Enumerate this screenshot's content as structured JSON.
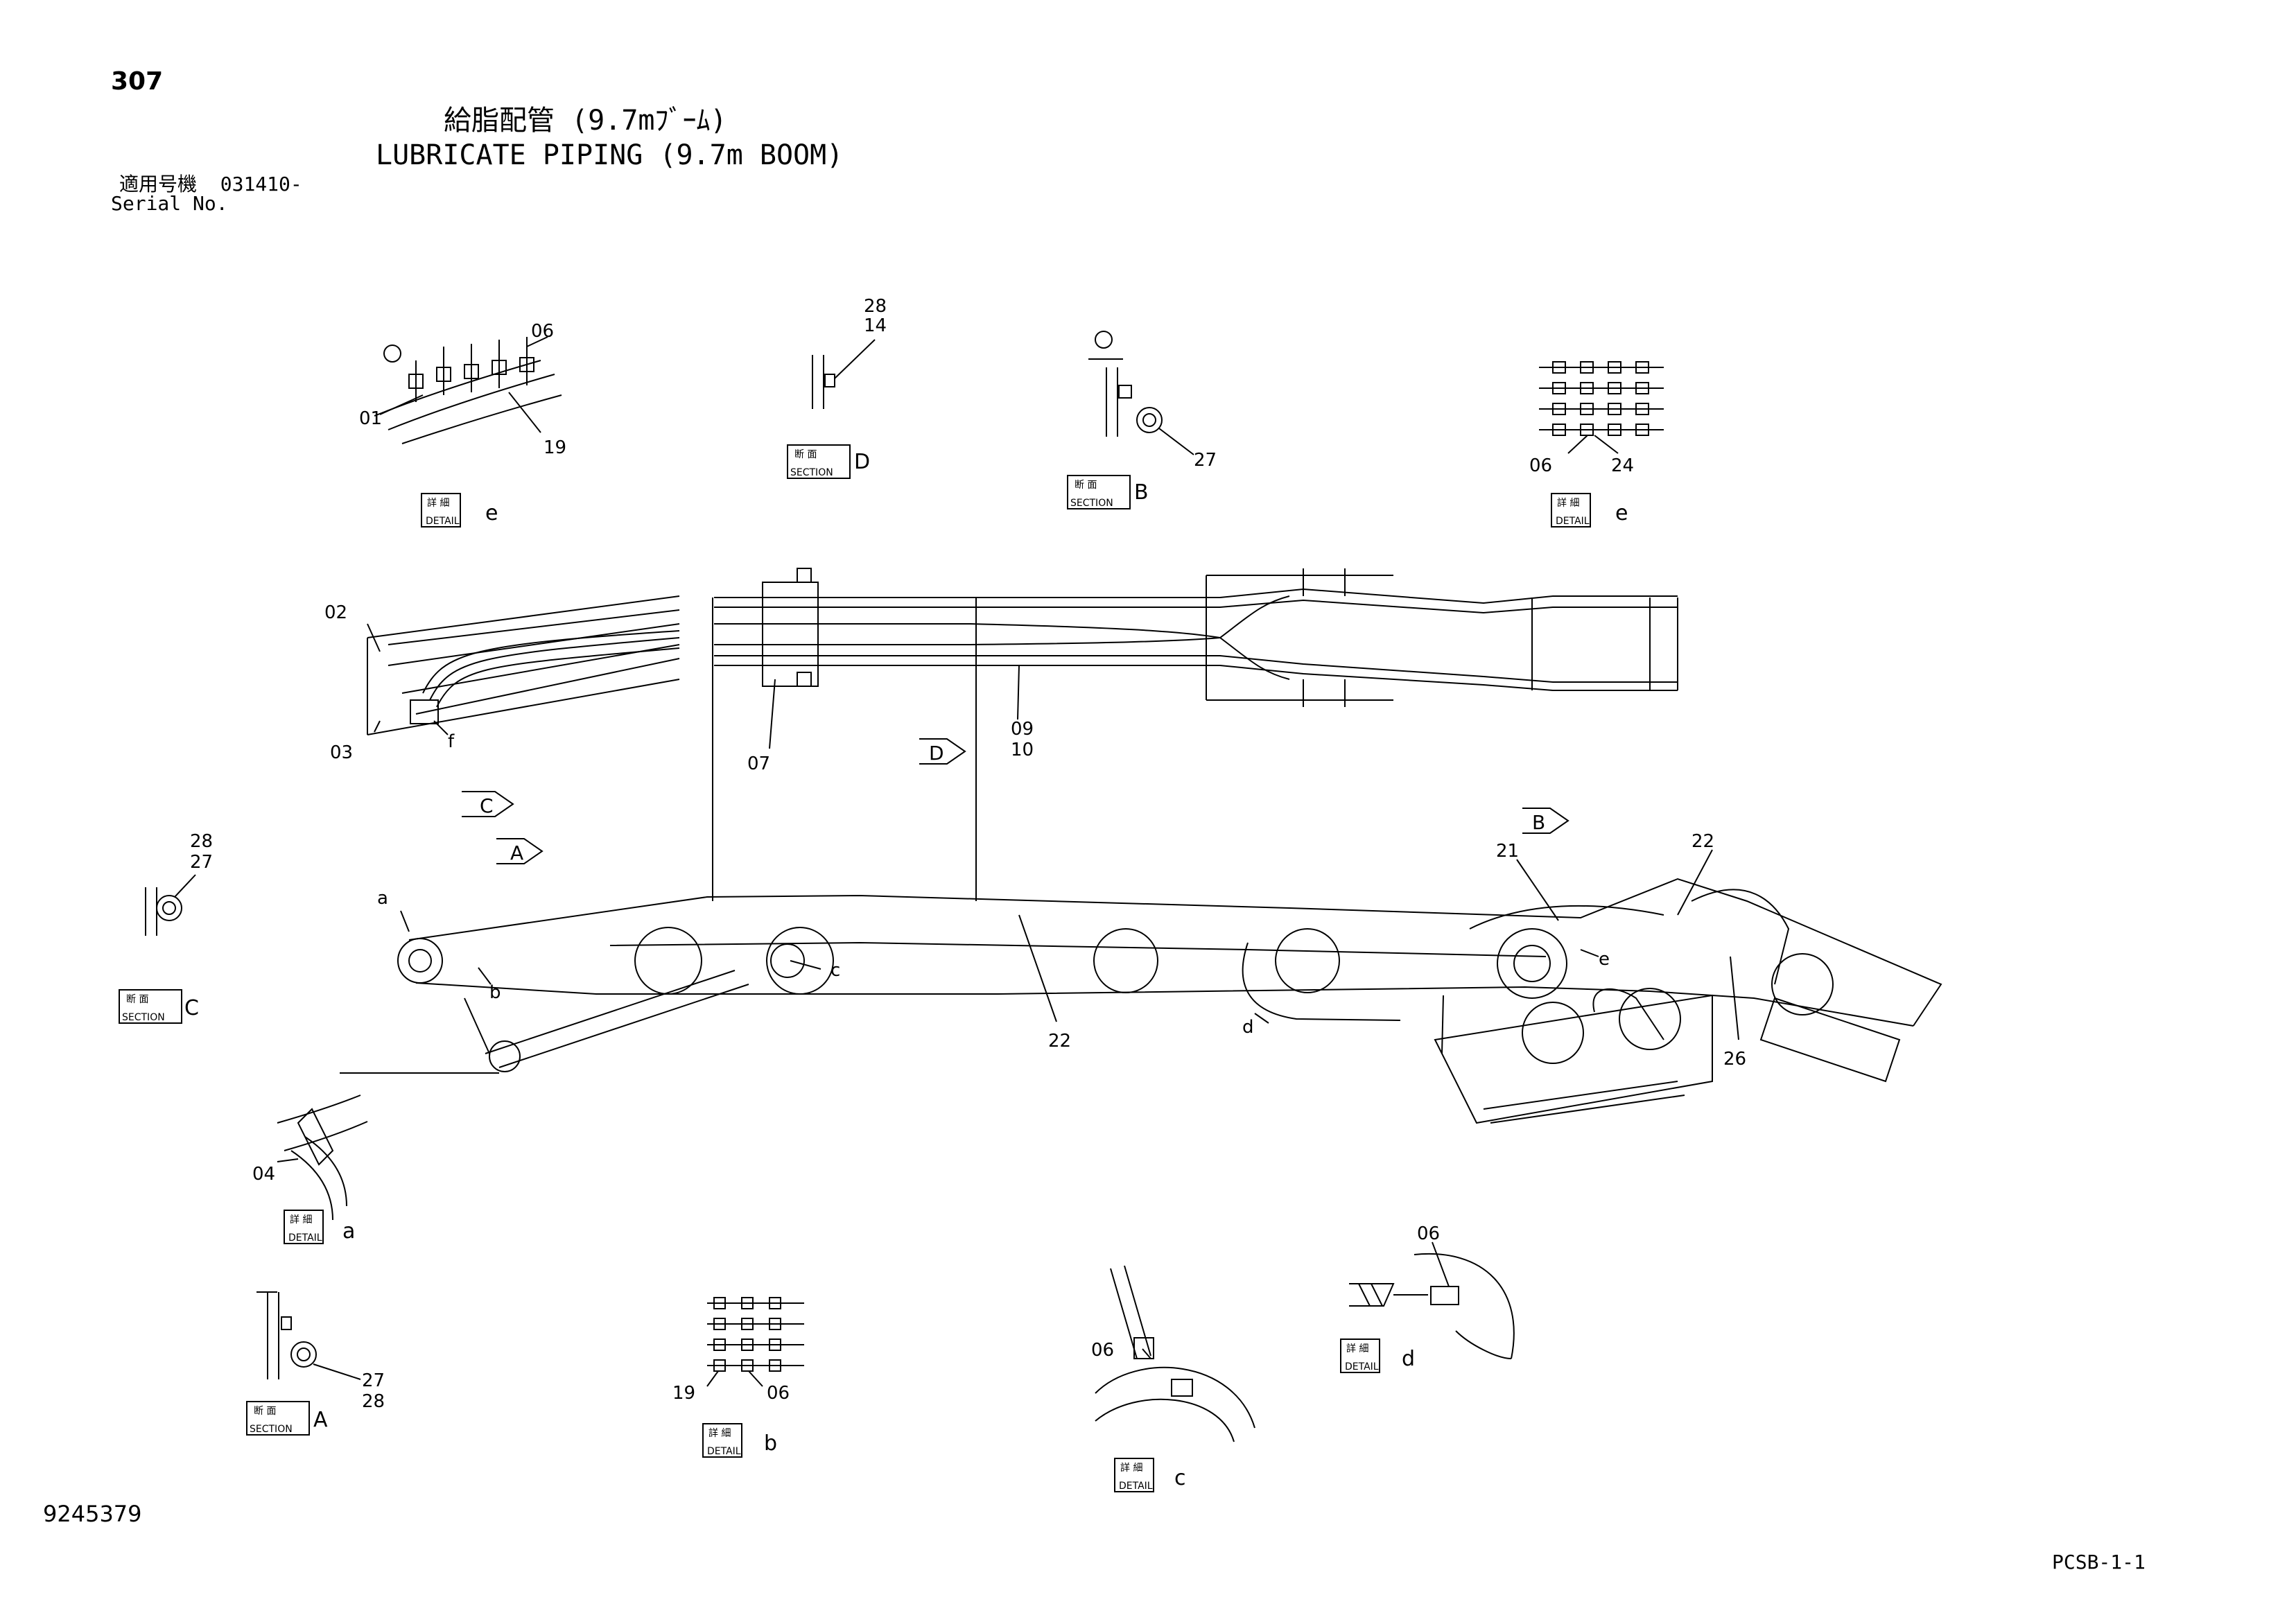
{
  "page_number": "307",
  "title_jp": "給脂配管 (9.7mﾌﾞｰﾑ)",
  "title_en": "LUBRICATE PIPING (9.7m BOOM)",
  "serial_label_jp": "適用号機",
  "serial_value": "031410-",
  "serial_label_en": "Serial No.",
  "document_number": "9245379",
  "sheet_code": "PCSB-1-1",
  "tag_labels": {
    "detail_jp": "詳 細",
    "detail_en": "DETAIL",
    "section_jp": "断 面",
    "section_en": "SECTION"
  },
  "views": {
    "detail_e_top": {
      "letter": "e",
      "callouts": [
        "01",
        "06",
        "19"
      ]
    },
    "section_d": {
      "letter": "D",
      "callouts": [
        "28",
        "14"
      ]
    },
    "section_b": {
      "letter": "B",
      "callouts": [
        "27"
      ]
    },
    "detail_e_right": {
      "letter": "e",
      "callouts": [
        "06",
        "24"
      ]
    },
    "section_c": {
      "letter": "C",
      "callouts": [
        "28",
        "27"
      ]
    },
    "detail_a": {
      "letter": "a",
      "callouts": [
        "04"
      ]
    },
    "section_a": {
      "letter": "A",
      "callouts": [
        "27",
        "28"
      ]
    },
    "detail_b": {
      "letter": "b",
      "callouts": [
        "19",
        "06"
      ]
    },
    "detail_c": {
      "letter": "c",
      "callouts": [
        "06"
      ]
    },
    "detail_d": {
      "letter": "d",
      "callouts": [
        "06"
      ]
    }
  },
  "main_view": {
    "callouts": [
      "02",
      "03",
      "f",
      "07",
      "09",
      "10",
      "a",
      "b",
      "c",
      "22",
      "d",
      "21",
      "e",
      "22",
      "26"
    ],
    "arrows": [
      "C",
      "A",
      "D",
      "B"
    ]
  }
}
